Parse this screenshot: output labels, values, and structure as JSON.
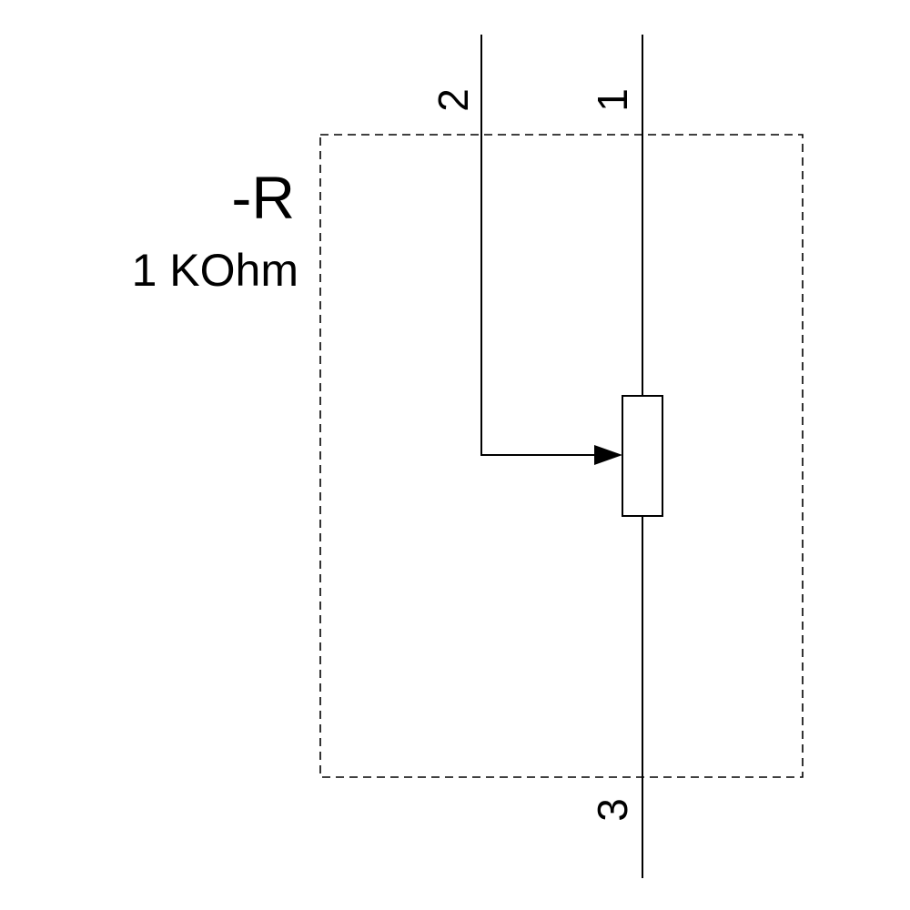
{
  "component": {
    "designation": "-R",
    "value": "1 KOhm"
  },
  "pins": {
    "pin1": "1",
    "pin2": "2",
    "pin3": "3"
  },
  "colors": {
    "line": "#000000",
    "background": "#ffffff"
  }
}
